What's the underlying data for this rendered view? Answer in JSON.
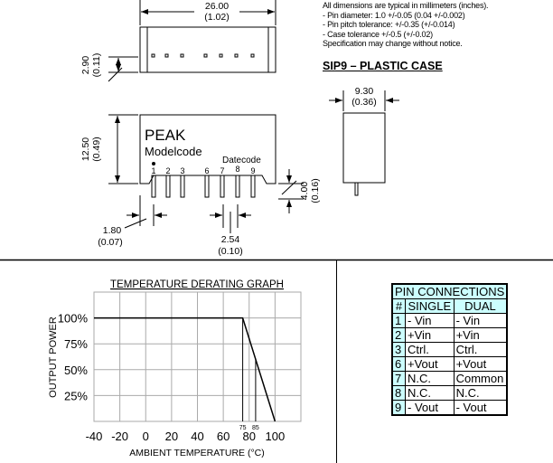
{
  "drawing": {
    "width_mm": "26.00",
    "width_in": "(1.02)",
    "pin_len_mm": "2.90",
    "pin_len_in": "(0.11)",
    "height_mm": "12.50",
    "height_in": "(0.49)",
    "brand": "PEAK",
    "model": "Modelcode",
    "datecode": "Datecode",
    "pin_labels": [
      "1",
      "2",
      "3",
      "6",
      "7",
      "8",
      "9"
    ],
    "standoff_mm": "4.00",
    "standoff_in": "(0.16)",
    "offset_mm": "1.80",
    "offset_in": "(0.07)",
    "pitch_mm": "2.54",
    "pitch_in": "(0.10)",
    "depth_mm": "9.30",
    "depth_in": "(0.36)"
  },
  "notes": [
    "All dimensions are typical in millimeters (inches).",
    "- Pin diameter: 1.0 +/-0.05 (0.04 +/-0.002)",
    "- Pin pitch tolerance: +/-0.35 (+/-0.014)",
    "- Case tolerance +/-0.5 (+/-0.02)",
    "Specification may change without notice."
  ],
  "case_title": "SIP9 – PLASTIC CASE",
  "chart_data": {
    "type": "line",
    "title": "TEMPERATURE DERATING GRAPH",
    "xlabel": "AMBIENT TEMPERATURE (°C)",
    "ylabel": "OUTPUT POWER",
    "xlim": [
      -40,
      120
    ],
    "ylim": [
      0,
      125
    ],
    "x_ticks": [
      -40,
      -20,
      0,
      20,
      40,
      60,
      80,
      100
    ],
    "y_ticks": [
      25,
      50,
      75,
      100
    ],
    "y_tick_labels": [
      "25%",
      "50%",
      "75%",
      "100%"
    ],
    "grid": true,
    "series": [
      {
        "name": "derating",
        "x": [
          -40,
          75,
          100
        ],
        "y": [
          100,
          100,
          0
        ]
      }
    ],
    "markers": [
      {
        "x": 75,
        "label": "75"
      },
      {
        "x": 85,
        "label": "85"
      }
    ]
  },
  "pin_table": {
    "title": "PIN CONNECTIONS",
    "headers": [
      "#",
      "SINGLE",
      "DUAL"
    ],
    "rows": [
      [
        "1",
        "- Vin",
        "- Vin"
      ],
      [
        "2",
        "+Vin",
        "+Vin"
      ],
      [
        "3",
        "Ctrl.",
        "Ctrl."
      ],
      [
        "6",
        "+Vout",
        "+Vout"
      ],
      [
        "7",
        "N.C.",
        "Common"
      ],
      [
        "8",
        "N.C.",
        "N.C."
      ],
      [
        "9",
        "- Vout",
        "- Vout"
      ]
    ]
  }
}
